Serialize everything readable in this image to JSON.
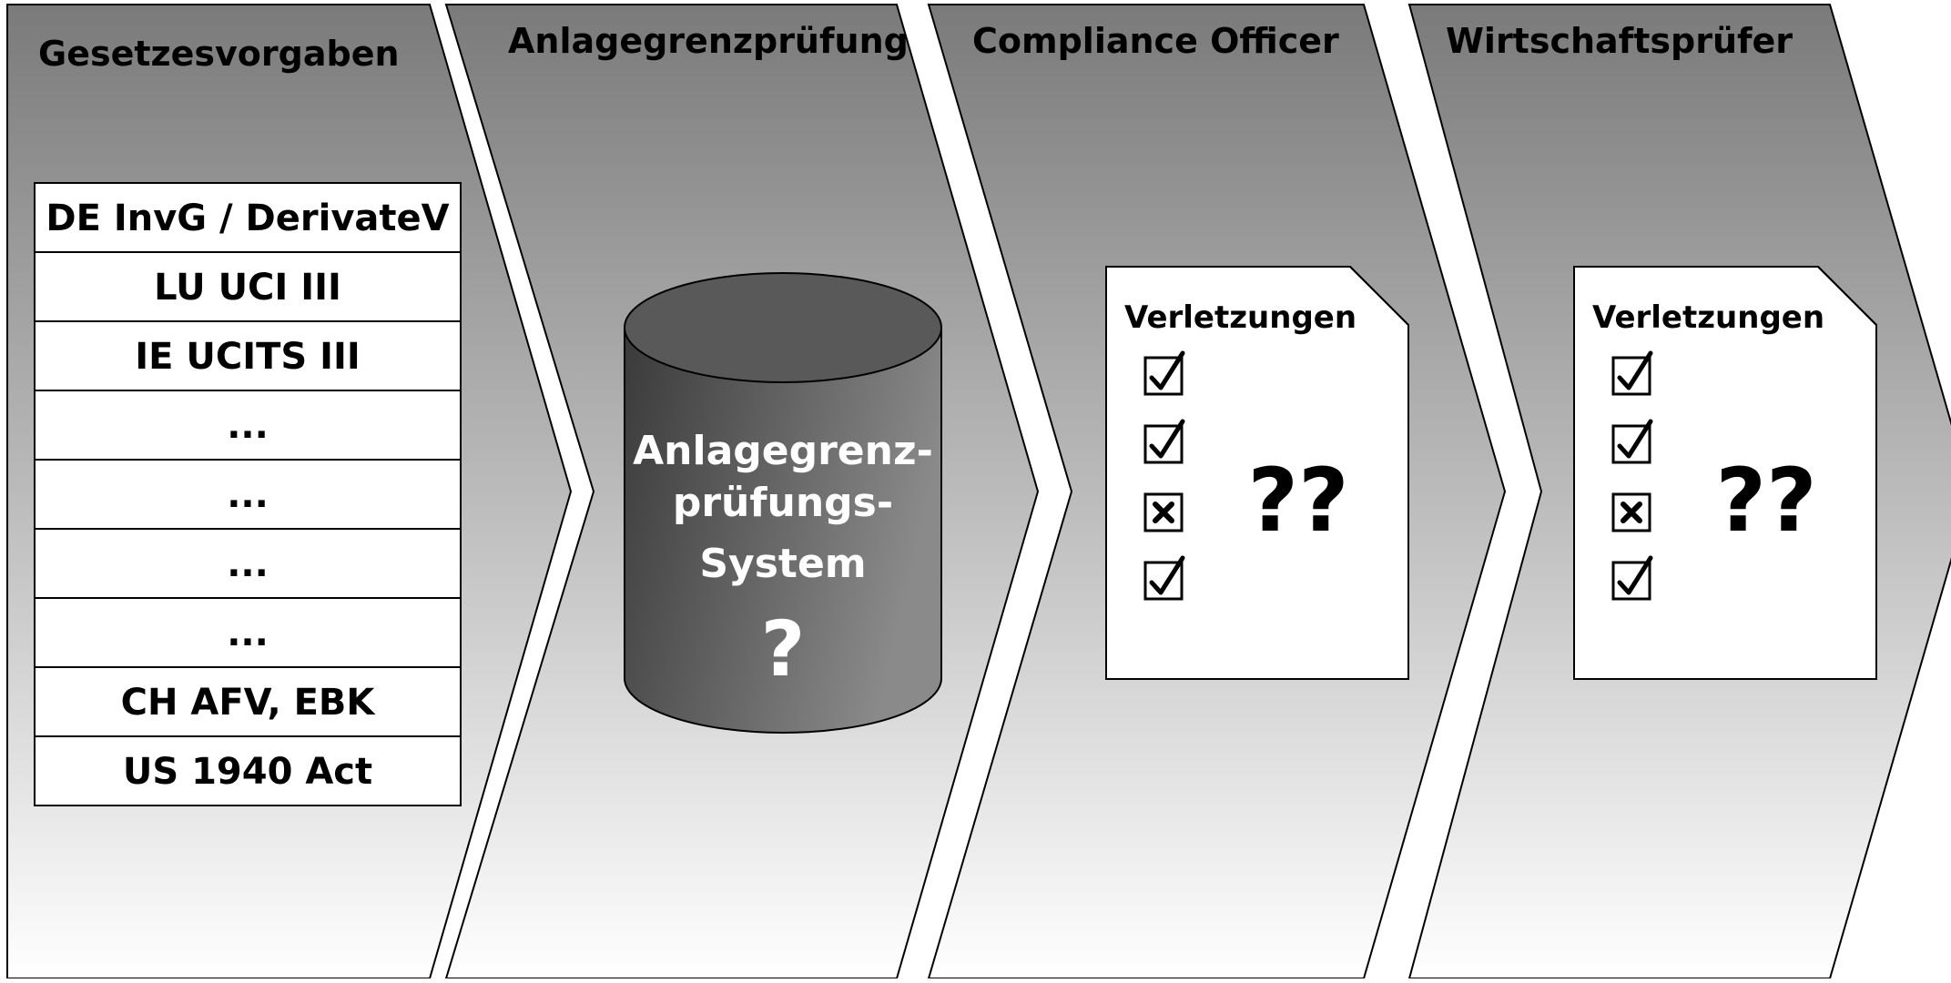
{
  "stages": [
    {
      "title": "Gesetzesvorgaben"
    },
    {
      "title": "Anlagegrenzprüfung"
    },
    {
      "title": "Compliance Officer"
    },
    {
      "title": "Wirtschaftsprüfer"
    }
  ],
  "regulations": [
    "DE InvG / DerivateV",
    "LU UCI III",
    "IE UCITS III",
    "...",
    "...",
    "...",
    "...",
    "CH AFV, EBK",
    "US 1940 Act"
  ],
  "system": {
    "lines": [
      "Anlagegrenz-",
      "prüfungs-",
      "System"
    ],
    "mark": "?"
  },
  "reports": [
    {
      "title": "Verletzungen",
      "checks": [
        "checked",
        "checked",
        "crossed",
        "checked"
      ],
      "mark": "??"
    },
    {
      "title": "Verletzungen",
      "checks": [
        "checked",
        "checked",
        "crossed",
        "checked"
      ],
      "mark": "??"
    }
  ],
  "colors": {
    "chevron_top": "#7a7a7a",
    "chevron_mid": "#b4b4b4",
    "chevron_bottom": "#ffffff",
    "cylinder_dark": "#3a3a3a",
    "cylinder_light": "#8a8a8a",
    "outline": "#000000"
  }
}
